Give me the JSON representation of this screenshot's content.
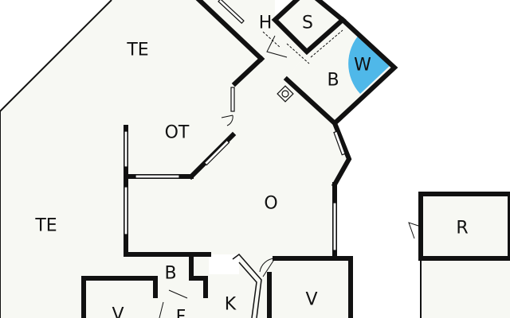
{
  "plan": {
    "rooms": [
      {
        "id": "te-upper",
        "label": "TE"
      },
      {
        "id": "h",
        "label": "H"
      },
      {
        "id": "s",
        "label": "S"
      },
      {
        "id": "w",
        "label": "W"
      },
      {
        "id": "b-right",
        "label": "B"
      },
      {
        "id": "ot",
        "label": "OT"
      },
      {
        "id": "te-left",
        "label": "TE"
      },
      {
        "id": "o",
        "label": "O"
      },
      {
        "id": "r",
        "label": "R"
      },
      {
        "id": "b-lower",
        "label": "B"
      },
      {
        "id": "k",
        "label": "K"
      },
      {
        "id": "v-right",
        "label": "V"
      },
      {
        "id": "v-left",
        "label": "V"
      },
      {
        "id": "f",
        "label": "F"
      }
    ],
    "colors": {
      "wall": "#111111",
      "floor_fill": "#f7f8f3",
      "outside": "#ffffff",
      "wellness_fill": "#4fb8e9"
    },
    "icons": [
      "stove-icon"
    ]
  }
}
